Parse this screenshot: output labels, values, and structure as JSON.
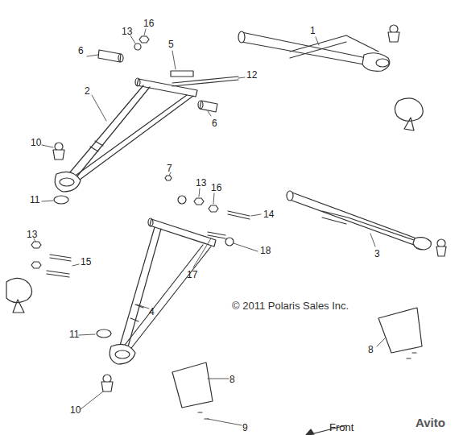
{
  "diagram": {
    "labels": [
      "1",
      "16",
      "13",
      "5",
      "6",
      "12",
      "2",
      "6",
      "10",
      "7",
      "13",
      "16",
      "11",
      "14",
      "13",
      "3",
      "18",
      "15",
      "17",
      "4",
      "© 2011 Polaris Sales Inc.",
      "11",
      "8",
      "8",
      "10",
      "9",
      "Front",
      "Avito"
    ]
  }
}
